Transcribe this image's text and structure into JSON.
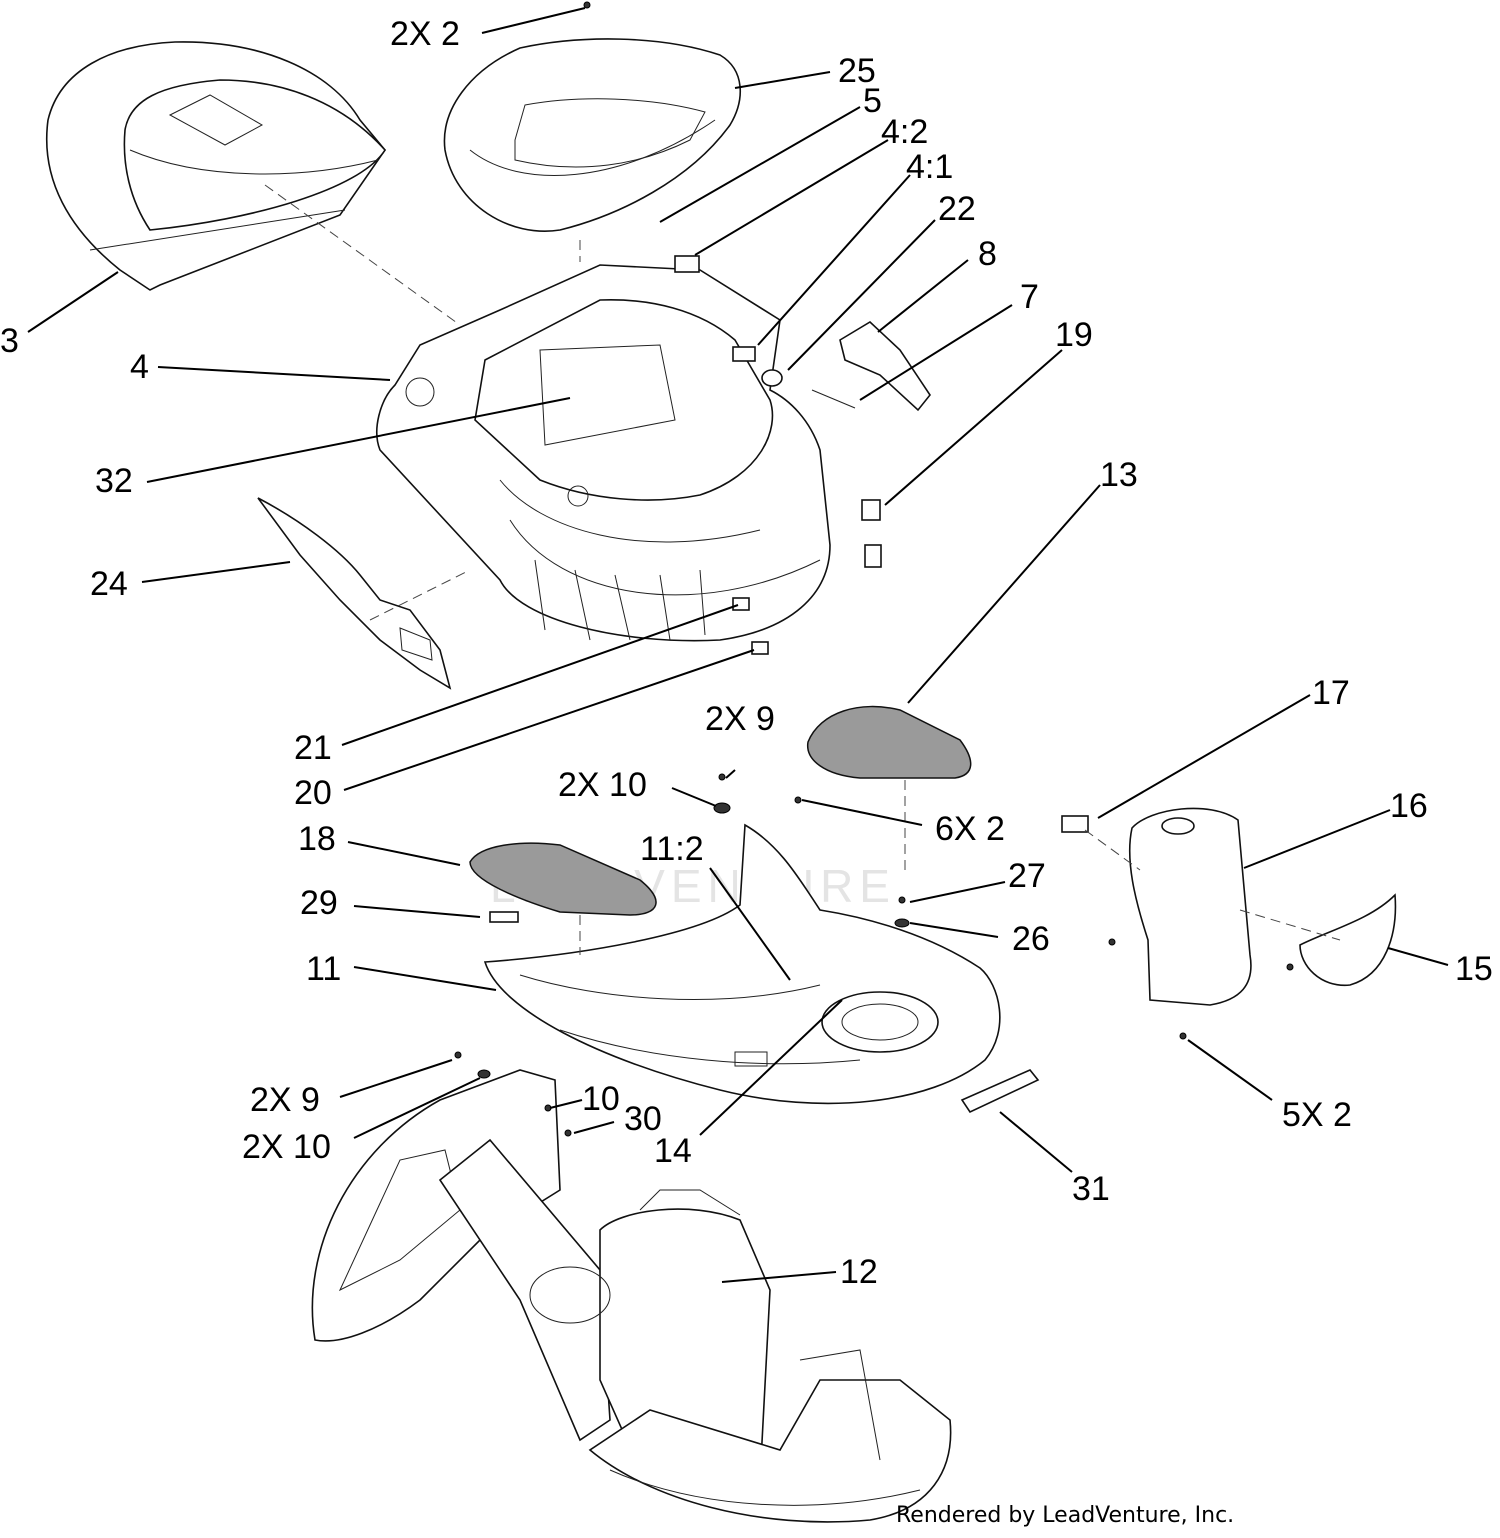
{
  "footer": "Rendered by LeadVenture, Inc.",
  "watermark": "LEADVENTURE",
  "callouts": {
    "c_2x2_top": "2X 2",
    "c_25": "25",
    "c_5": "5",
    "c_4_2": "4:2",
    "c_4_1": "4:1",
    "c_22": "22",
    "c_8": "8",
    "c_7": "7",
    "c_19": "19",
    "c_3": "3",
    "c_4": "4",
    "c_32": "32",
    "c_24": "24",
    "c_13": "13",
    "c_21": "21",
    "c_20": "20",
    "c_2x9_a": "2X 9",
    "c_2x10_a": "2X 10",
    "c_6x2": "6X 2",
    "c_17": "17",
    "c_16": "16",
    "c_18": "18",
    "c_11_2": "11:2",
    "c_27": "27",
    "c_29": "29",
    "c_26": "26",
    "c_11": "11",
    "c_15": "15",
    "c_2x9_b": "2X 9",
    "c_10": "10",
    "c_30": "30",
    "c_2x10_b": "2X 10",
    "c_14": "14",
    "c_5x2": "5X 2",
    "c_31": "31",
    "c_12": "12"
  }
}
